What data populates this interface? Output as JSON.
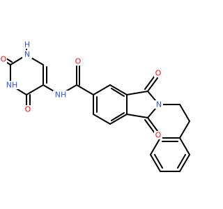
{
  "molecule": {
    "labels": {
      "o1": "O",
      "o2": "O",
      "o3": "O",
      "o4": "O",
      "o5": "O",
      "nh1": "NH",
      "nh2": "NH",
      "nh3": "NH",
      "n_imide": "N",
      "h_top": "H"
    }
  },
  "colors": {
    "bond": "#000000",
    "oxygen": "#ff0d0d",
    "nitrogen": "#3050f8"
  }
}
